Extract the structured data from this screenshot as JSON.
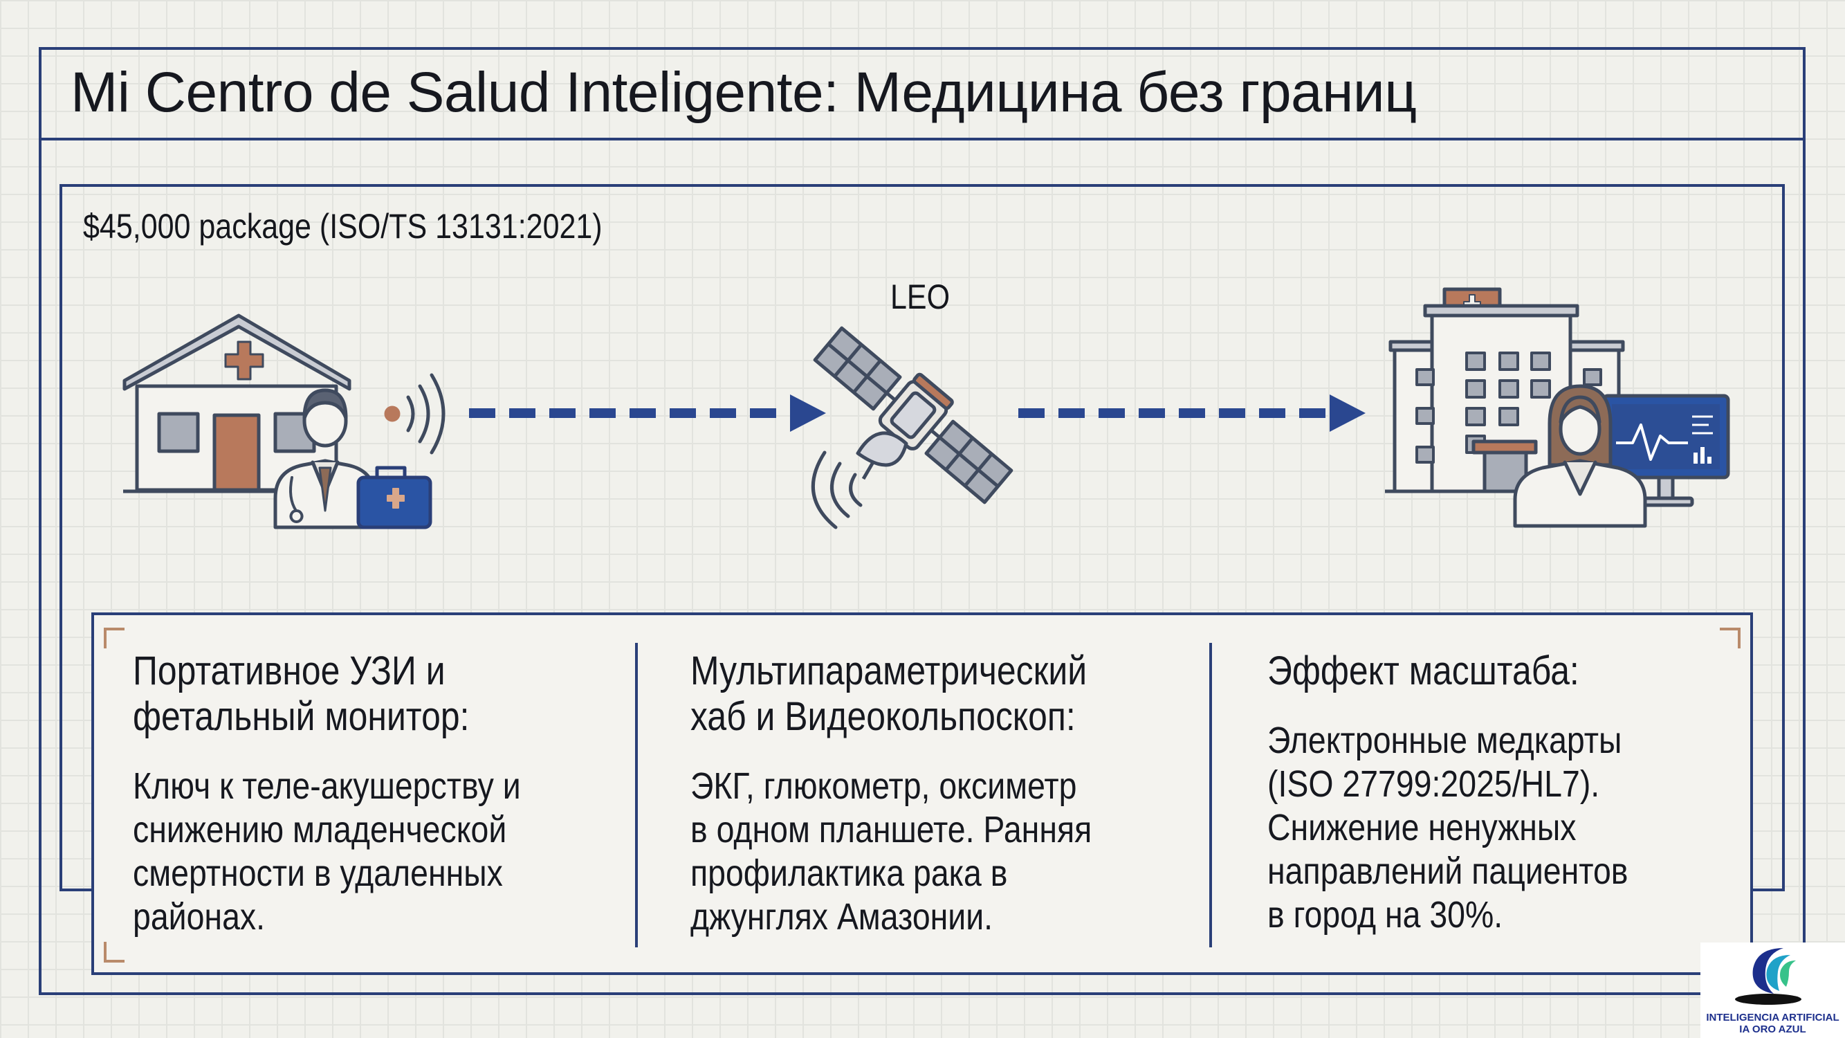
{
  "title": "Mi Centro de Salud Inteligente: Медицина без границ",
  "package_label": "$45,000 package (ISO/TS 13131:2021)",
  "satellite_label": "LEO",
  "columns": [
    {
      "heading": "Портативное УЗИ и\nфетальный монитор:",
      "body": "Ключ к теле-акушерству и\nснижению младенческой\nсмертности в удаленных\nрайонах."
    },
    {
      "heading": "Мультипараметрический\nхаб и Видеокольпоскоп:",
      "body": "ЭКГ, глюкометр, оксиметр\nв одном планшете. Ранняя\nпрофилактика рака в\nджунглях Амазонии."
    },
    {
      "heading": "Эффект масштаба:",
      "body": "Электронные медкарты\n(ISO 27799:2025/HL7).\nСнижение ненужных\nнаправлений пациентов\nв город на 30%."
    }
  ],
  "logo": {
    "line1": "INTELIGENCIA ARTIFICIAL",
    "line2": "IA ORO AZUL"
  },
  "colors": {
    "frame": "#2a3f78",
    "arrow": "#2a4790",
    "accent_brown": "#b8795c",
    "kit_blue": "#2a54a4",
    "grid_bg": "#f1f1ec"
  },
  "icons": {
    "clinic": "rural-clinic-house-icon",
    "doctor": "doctor-icon",
    "kit": "medical-kit-icon",
    "signal": "wireless-signal-icon",
    "satellite": "satellite-icon",
    "hospital": "hospital-building-icon",
    "nurse": "female-doctor-icon",
    "monitor": "vital-monitor-icon"
  }
}
